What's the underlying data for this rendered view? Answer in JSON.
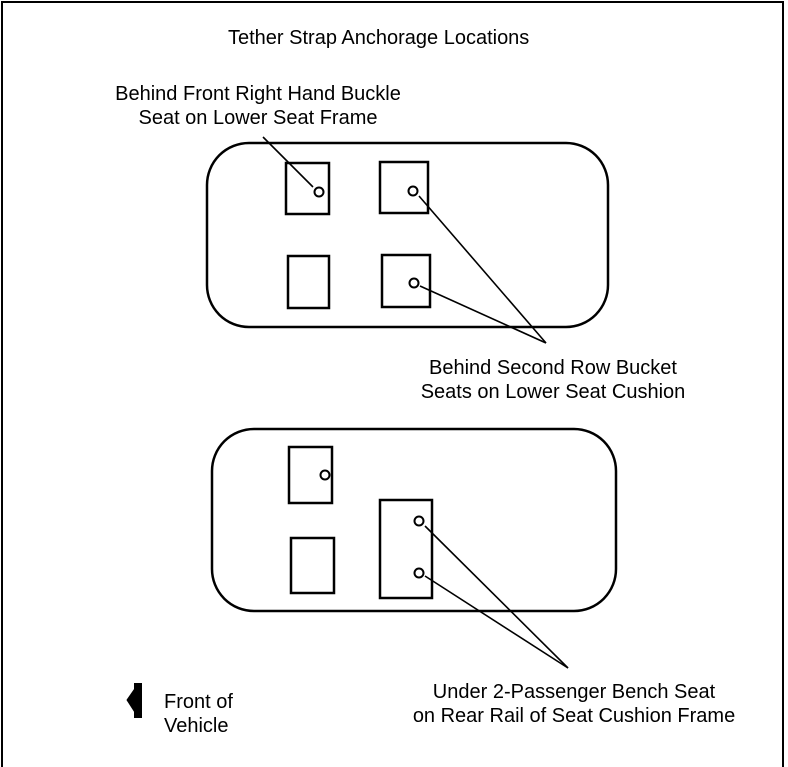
{
  "title": "Tether Strap Anchorage Locations",
  "labels": {
    "front_right": [
      "Behind Front Right Hand Buckle",
      "Seat on Lower Seat Frame"
    ],
    "second_row": [
      "Behind Second Row Bucket",
      "Seats on Lower Seat Cushion"
    ],
    "bench": [
      "Under 2-Passenger Bench Seat",
      "on Rear Rail of Seat Cushion Frame"
    ],
    "front_of_vehicle": [
      "Front of",
      "Vehicle"
    ]
  },
  "colors": {
    "line": "#000000",
    "background": "#ffffff"
  }
}
